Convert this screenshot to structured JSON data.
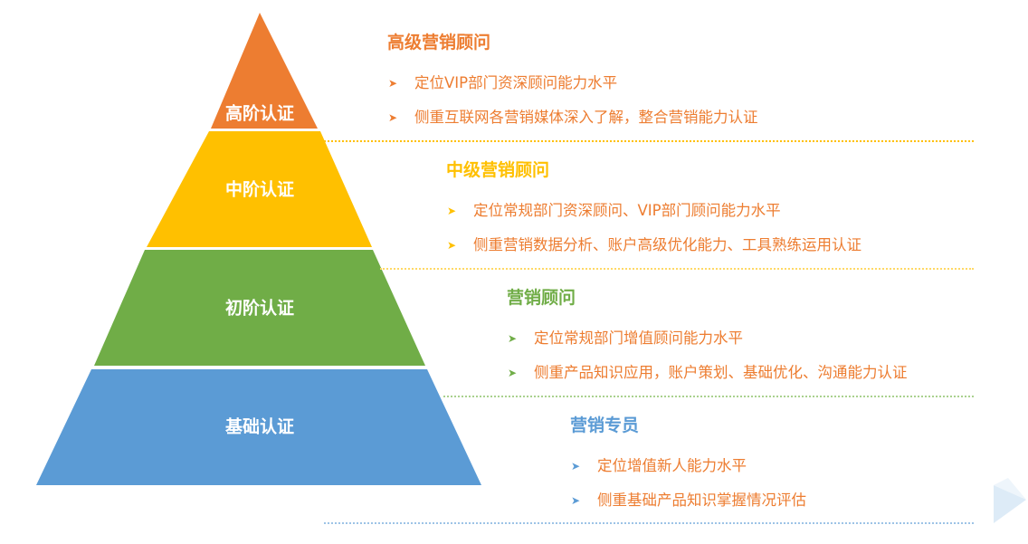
{
  "colors": {
    "top": "#ED7D31",
    "upper": "#FFC000",
    "lower": "#70AD47",
    "base": "#5B9BD5",
    "item_text": "#ED7D31"
  },
  "tiers": [
    {
      "label": "高阶认证",
      "title": "高级营销顾问",
      "title_color": "#ED7D31",
      "arrow_color": "#ED7D31",
      "line_color": "#FFC000",
      "items": [
        "定位VIP部门资深顾问能力水平",
        "侧重互联网各营销媒体深入了解，整合营销能力认证"
      ]
    },
    {
      "label": "中阶认证",
      "title": "中级营销顾问",
      "title_color": "#FFC000",
      "arrow_color": "#FFC000",
      "line_color": "#FFC000",
      "items": [
        "定位常规部门资深顾问、VIP部门顾问能力水平",
        "侧重营销数据分析、账户高级优化能力、工具熟练运用认证"
      ]
    },
    {
      "label": "初阶认证",
      "title": "营销顾问",
      "title_color": "#70AD47",
      "arrow_color": "#70AD47",
      "line_color": "#A9D18E",
      "items": [
        "定位常规部门增值顾问能力水平",
        "侧重产品知识应用，账户策划、基础优化、沟通能力认证"
      ]
    },
    {
      "label": "基础认证",
      "title": "营销专员",
      "title_color": "#5B9BD5",
      "arrow_color": "#5B9BD5",
      "line_color": "#9DC3E6",
      "items": [
        "定位增值新人能力水平",
        "侧重基础产品知识掌握情况评估"
      ]
    }
  ]
}
